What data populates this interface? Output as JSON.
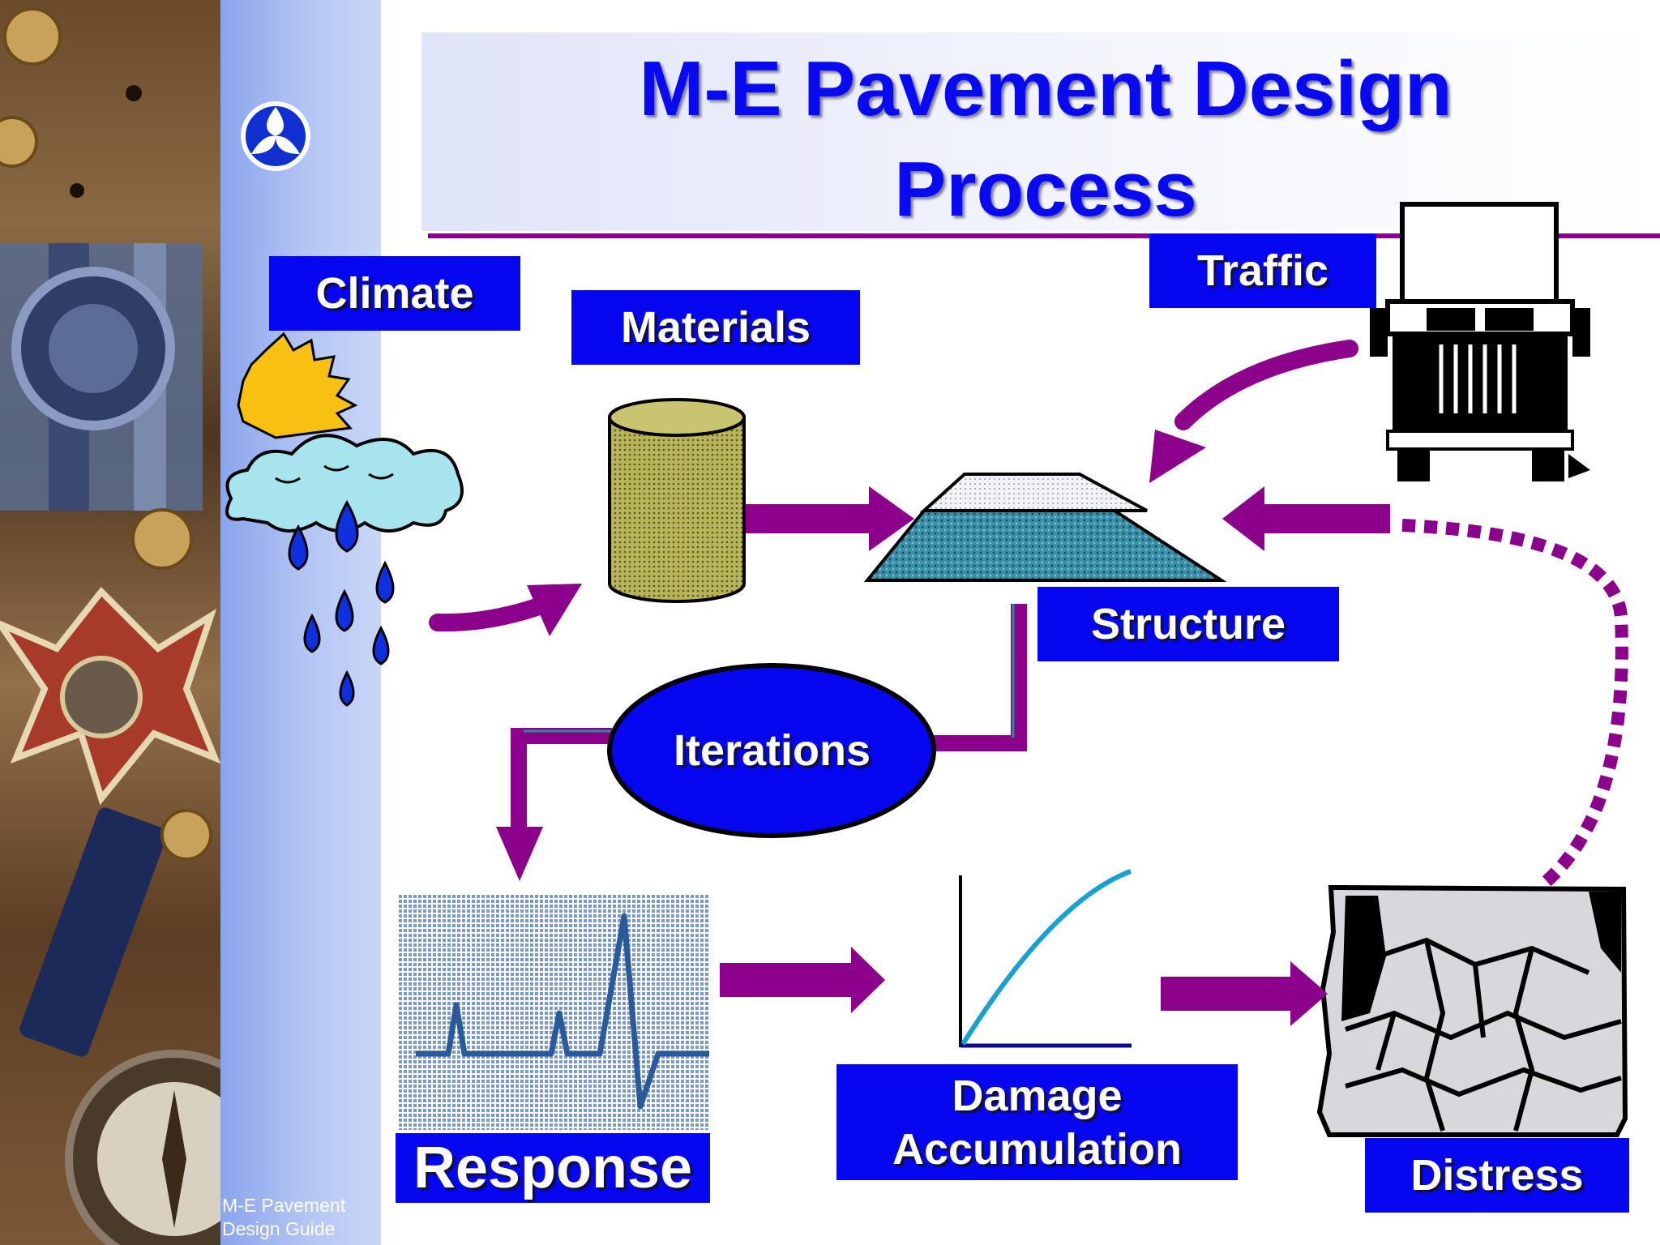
{
  "slide": {
    "title": "M-E Pavement Design\nProcess",
    "footer": "M-E Pavement\nDesign Guide"
  },
  "labels": {
    "climate": "Climate",
    "materials": "Materials",
    "traffic": "Traffic",
    "structure": "Structure",
    "iterations": "Iterations",
    "response": "Response",
    "damage": "Damage\nAccumulation",
    "distress": "Distress"
  },
  "icons": {
    "agency": "agency-logo-icon",
    "climate": "cloud-sun-rain-icon",
    "materials": "material-cylinder-icon",
    "traffic": "truck-icon",
    "structure": "pavement-layers-icon",
    "response": "response-signal-icon",
    "damage": "damage-curve-icon",
    "distress": "cracked-pavement-icon"
  },
  "colors": {
    "label_bg": "#0606f0",
    "arrow": "#8a008a",
    "title": "#0a0af0",
    "curve": "#1aa0d0"
  }
}
